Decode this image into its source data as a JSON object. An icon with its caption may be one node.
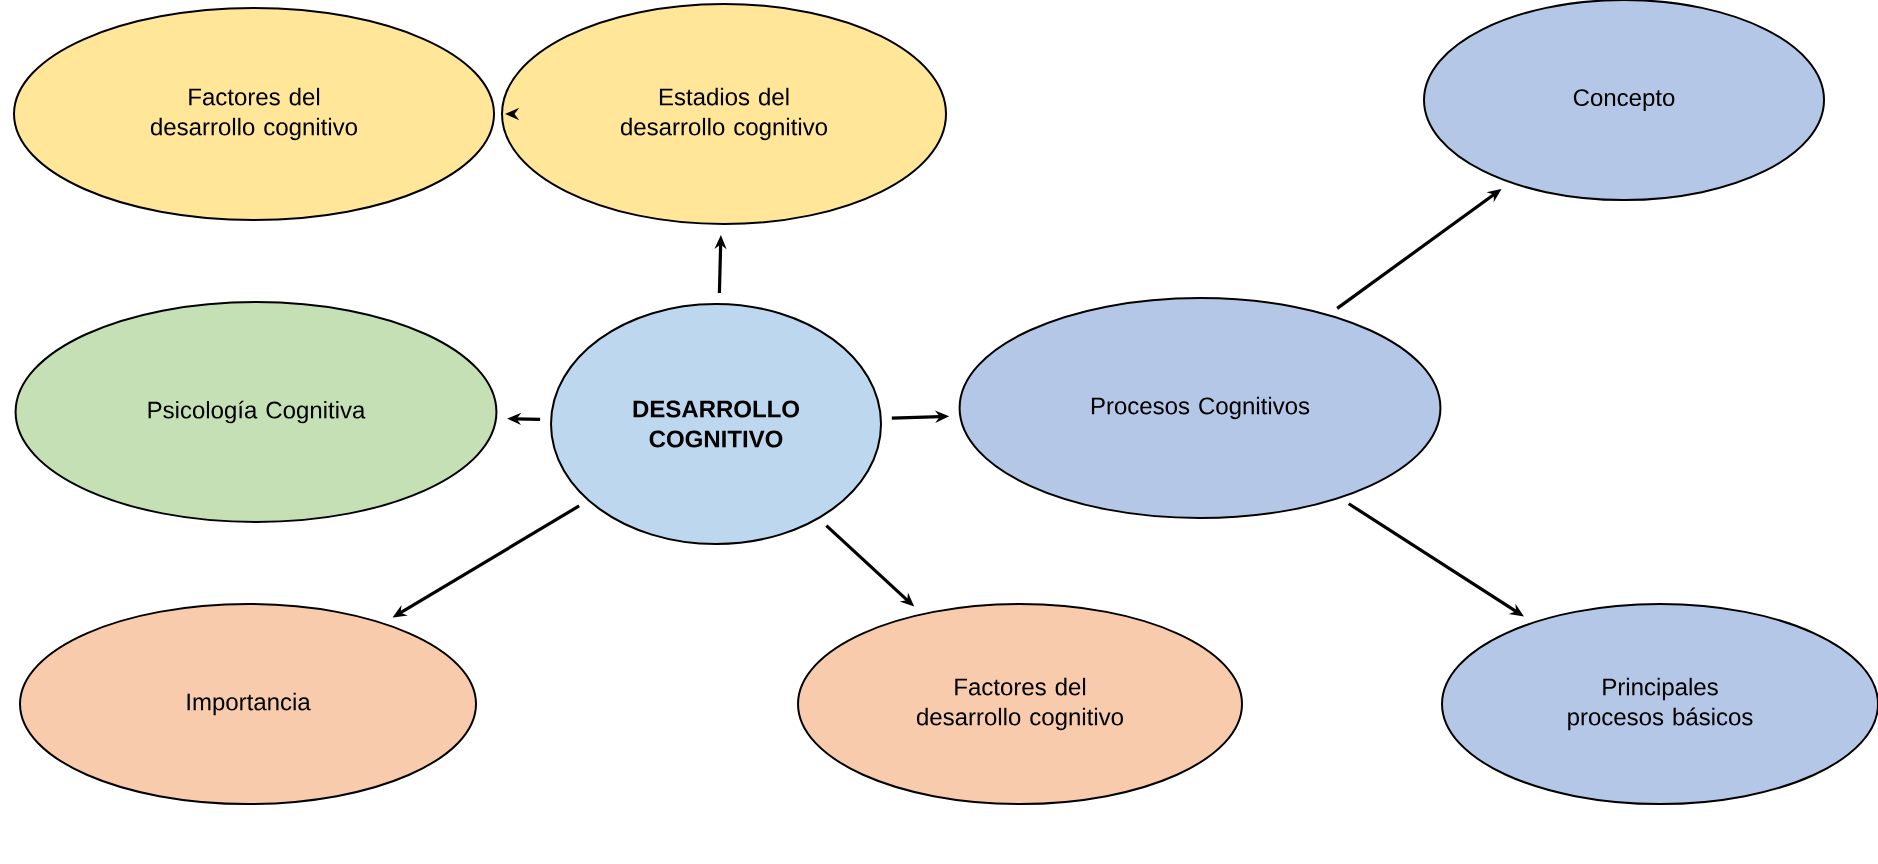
{
  "diagram": {
    "nodes": [
      {
        "text": [
          "Factores del desarrollo cognitivo"
        ]
      },
      {
        "text": [
          "Estadios del desarrollo cognitivo"
        ]
      },
      {
        "text": [
          "Concepto"
        ]
      },
      {
        "text": [
          "Psicología Cognitiva"
        ]
      },
      {
        "text": [
          "DESARROLLO COGNITIVO"
        ]
      },
      {
        "text": [
          "Procesos Cognitivos"
        ]
      },
      {
        "text": [
          "Importancia"
        ]
      },
      {
        "text": [
          "Factores del desarrollo cognitivo"
        ]
      },
      {
        "text": [
          "Principales procesos básicos"
        ]
      }
    ],
    "edges": [
      {
        "from": 1,
        "to": 0,
        "arrow": "to"
      },
      {
        "from": 4,
        "to": 1,
        "arrow": "to"
      },
      {
        "from": 4,
        "to": 3,
        "arrow": "to"
      },
      {
        "from": 4,
        "to": 5,
        "arrow": "to"
      },
      {
        "from": 4,
        "to": 6,
        "arrow": "to"
      },
      {
        "from": 4,
        "to": 7,
        "arrow": "to"
      },
      {
        "from": 5,
        "to": 2,
        "arrow": "to"
      },
      {
        "from": 5,
        "to": 8,
        "arrow": "to"
      }
    ]
  }
}
